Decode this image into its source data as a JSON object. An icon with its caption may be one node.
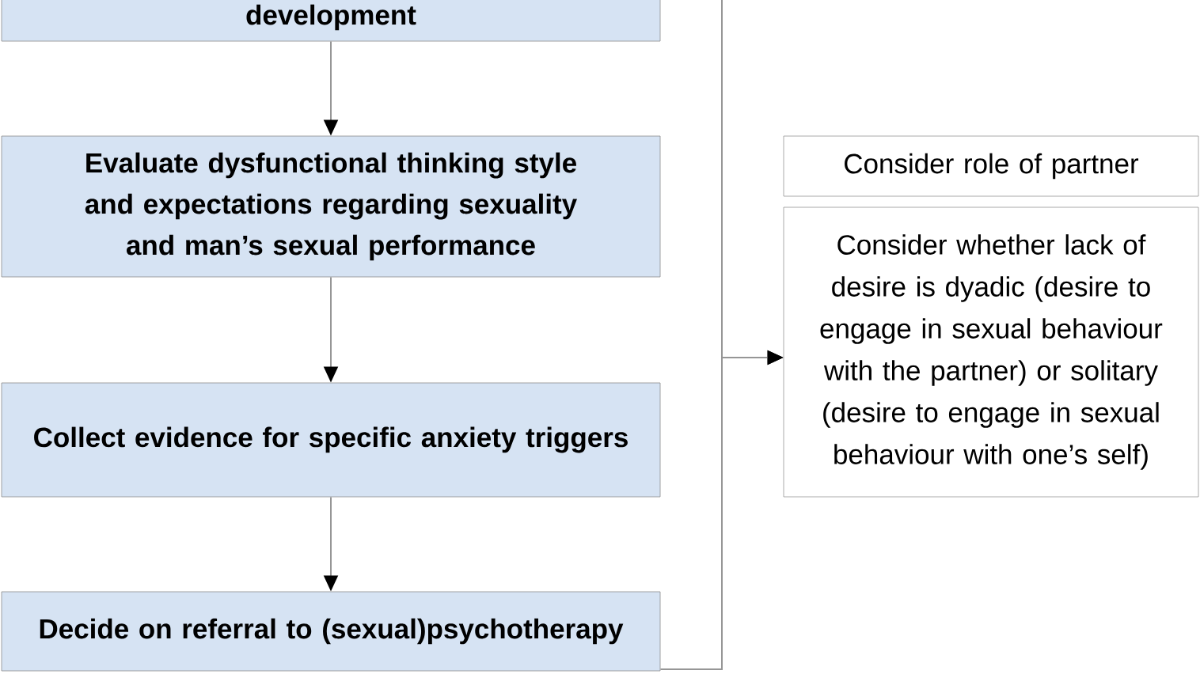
{
  "diagram": {
    "nodes": [
      {
        "text": [
          "development"
        ]
      },
      {
        "text": [
          "Evaluate dysfunctional thinking style and expectations regarding sexuality and man’s sexual performance"
        ]
      },
      {
        "text": [
          "Collect evidence for specific anxiety triggers"
        ]
      },
      {
        "text": [
          "Decide on referral to (sexual)psychotherapy"
        ]
      },
      {
        "text": [
          "Consider role of partner"
        ]
      },
      {
        "text": [
          "Consider whether lack of desire is dyadic (desire to engage in sexual behaviour with the partner) or solitary (desire to engage in sexual behaviour with one’s self)"
        ]
      }
    ],
    "edges": [
      {
        "from": 0,
        "to": 1,
        "arrow": "to"
      },
      {
        "from": 1,
        "to": 2,
        "arrow": "to"
      },
      {
        "from": 2,
        "to": 3,
        "arrow": "to"
      },
      {
        "from": 3,
        "to": 5,
        "arrow": "to"
      },
      {
        "from": null,
        "to": 5,
        "arrow": "to"
      }
    ]
  }
}
